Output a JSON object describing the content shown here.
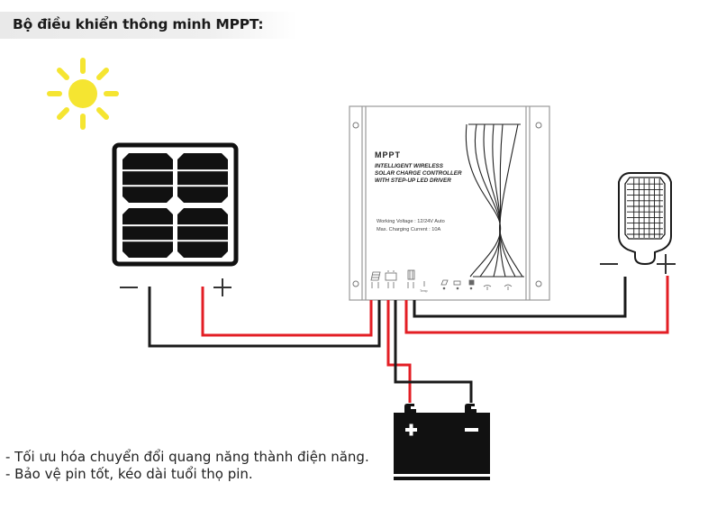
{
  "header": {
    "title": "Bộ điều khiển thông minh MPPT:"
  },
  "controller": {
    "brand": "MPPT",
    "subtitle_lines": [
      "INTELLIGENT WIRELESS",
      "SOLAR CHARGE CONTROLLER",
      "WITH STEP-UP LED DRIVER"
    ],
    "spec_lines": [
      "Working Voltage : 12/24V Auto",
      "Max. Charging Current  : 10A"
    ],
    "terminal_temp_label": "Temp",
    "terminals": [
      "solar-panel",
      "battery",
      "load"
    ],
    "indicators": [
      "solar-panel-indicator",
      "battery-indicator",
      "load-indicator",
      "wireless-indicator-1",
      "wireless-indicator-2"
    ]
  },
  "components": {
    "sun": "sun-icon",
    "solar_panel": "solar-panel-icon",
    "battery": "battery-icon",
    "led_lamp": "led-lamp-icon"
  },
  "polarity": {
    "minus": "—",
    "plus": "+"
  },
  "colors": {
    "positive_wire": "#e31e24",
    "negative_wire": "#1a1a1a",
    "sun": "#f5e531"
  },
  "notes": [
    "- Tối ưu hóa chuyển đổi quang năng thành điện năng.",
    "- Bảo vệ pin tốt, kéo dài tuổi thọ pin."
  ]
}
